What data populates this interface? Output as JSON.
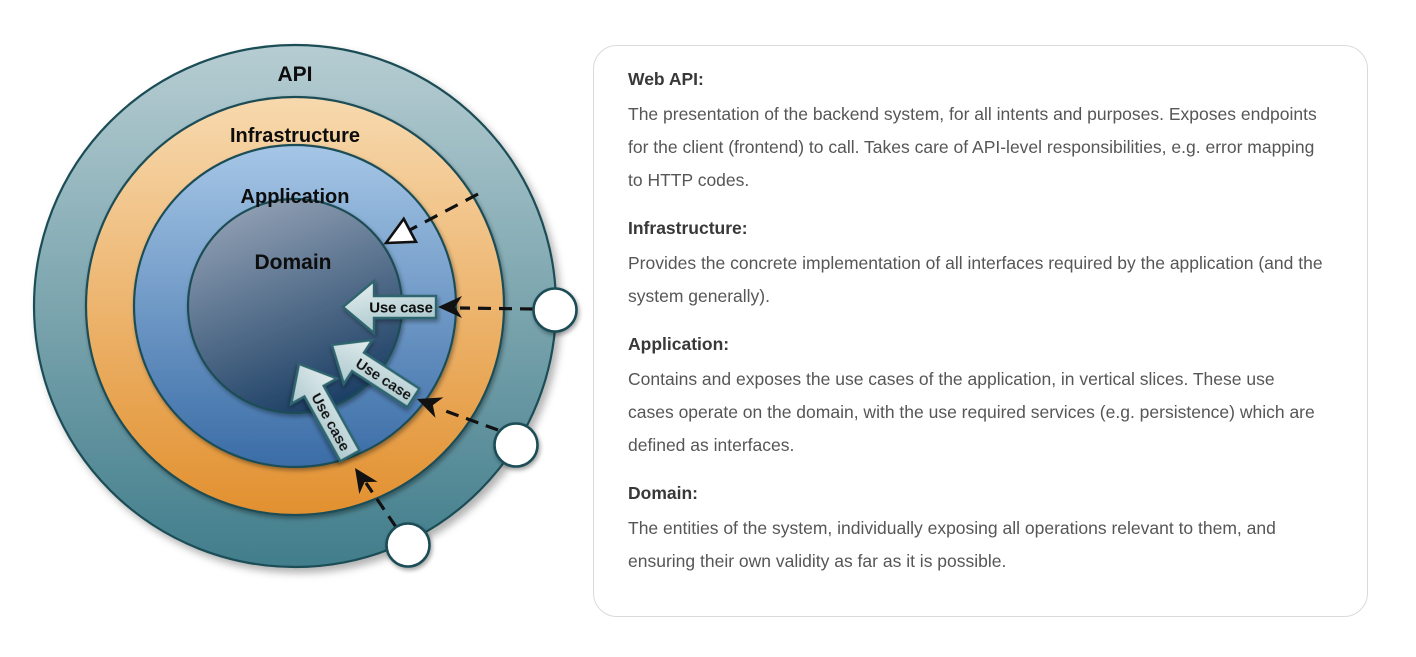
{
  "diagram": {
    "rings": [
      {
        "label": "API",
        "color_top": "#b6cdd2",
        "color_bottom": "#417d8b"
      },
      {
        "label": "Infrastructure",
        "color_top": "#f7d9ae",
        "color_bottom": "#e2902f"
      },
      {
        "label": "Application",
        "color_top": "#a5c6e6",
        "color_bottom": "#3a6ca6"
      },
      {
        "label": "Domain",
        "color_top": "#97a5b8",
        "color_bottom": "#1d4065"
      }
    ],
    "outline_color": "#1d4e57",
    "use_case_arrows": [
      {
        "label": "Use case"
      },
      {
        "label": "Use case"
      },
      {
        "label": "Use case"
      }
    ],
    "arrow_fill_top": "#e9f1f2",
    "arrow_fill_bottom": "#aac7cc",
    "arrow_stroke": "#2e666f",
    "connector_color": "#111111",
    "port_fill": "#ffffff",
    "port_count": 3
  },
  "panel": {
    "sections": [
      {
        "heading": "Web API:",
        "body": "The presentation of the backend system, for all intents and purposes. Exposes endpoints for the client (frontend) to call. Takes care of API-level responsibilities, e.g. error mapping to HTTP codes."
      },
      {
        "heading": "Infrastructure:",
        "body": "Provides the concrete implementation of all interfaces required by the application (and the system generally)."
      },
      {
        "heading": "Application:",
        "body": "Contains and exposes the use cases of the application, in vertical slices. These use cases operate on the domain, with the use required services (e.g. persistence) which are defined as interfaces."
      },
      {
        "heading": "Domain:",
        "body": "The entities of the system, individually exposing all operations relevant to them, and ensuring their own validity as far as it is possible."
      }
    ]
  }
}
